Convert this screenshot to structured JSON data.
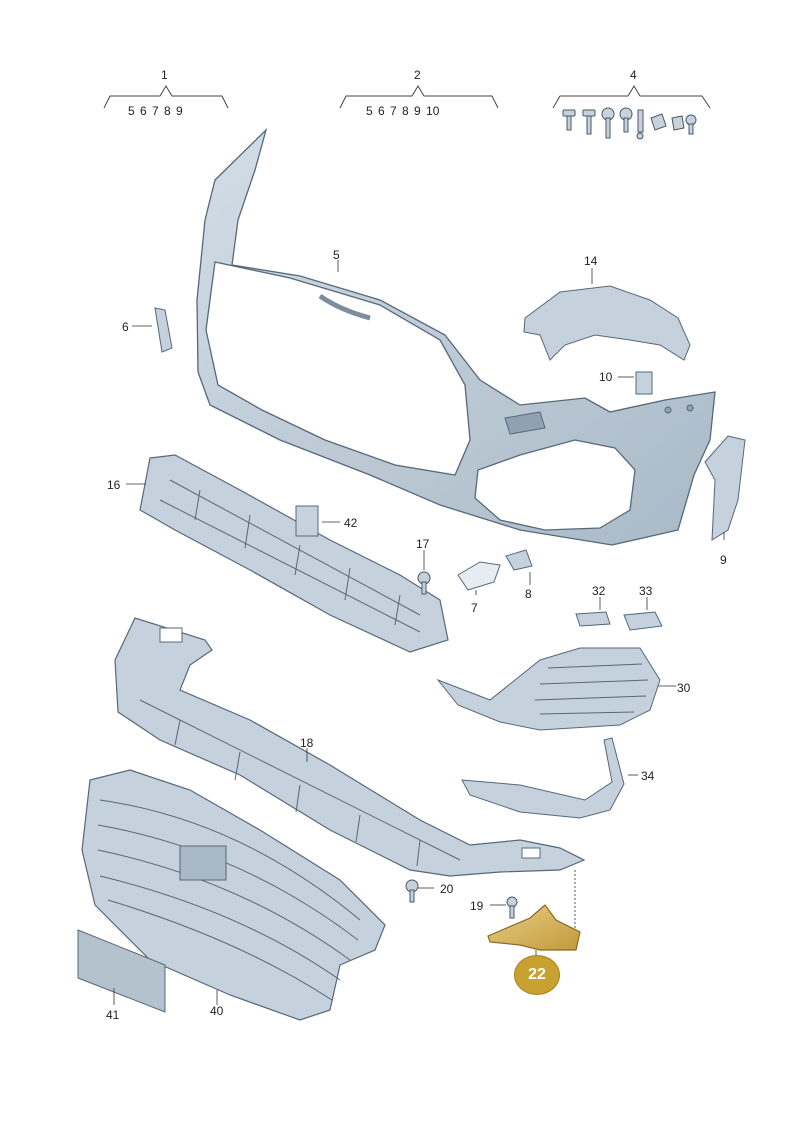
{
  "groups": [
    {
      "num": "1",
      "items": "5 6 7 8 9"
    },
    {
      "num": "2",
      "items": "5 6 7 8 9 10"
    },
    {
      "num": "4",
      "items": ""
    }
  ],
  "callouts": {
    "c5": "5",
    "c6": "6",
    "c14": "14",
    "c10": "10",
    "c9": "9",
    "c16": "16",
    "c42": "42",
    "c17": "17",
    "c7": "7",
    "c8": "8",
    "c32": "32",
    "c33": "33",
    "c30": "30",
    "c18": "18",
    "c34": "34",
    "c20": "20",
    "c19": "19",
    "c41": "41",
    "c40": "40"
  },
  "highlight": {
    "label": "22",
    "color": "#c9a130"
  },
  "colors": {
    "part_fill": "#b8c6d2",
    "part_stroke": "#5d6f80",
    "highlight": "#c9a130"
  }
}
